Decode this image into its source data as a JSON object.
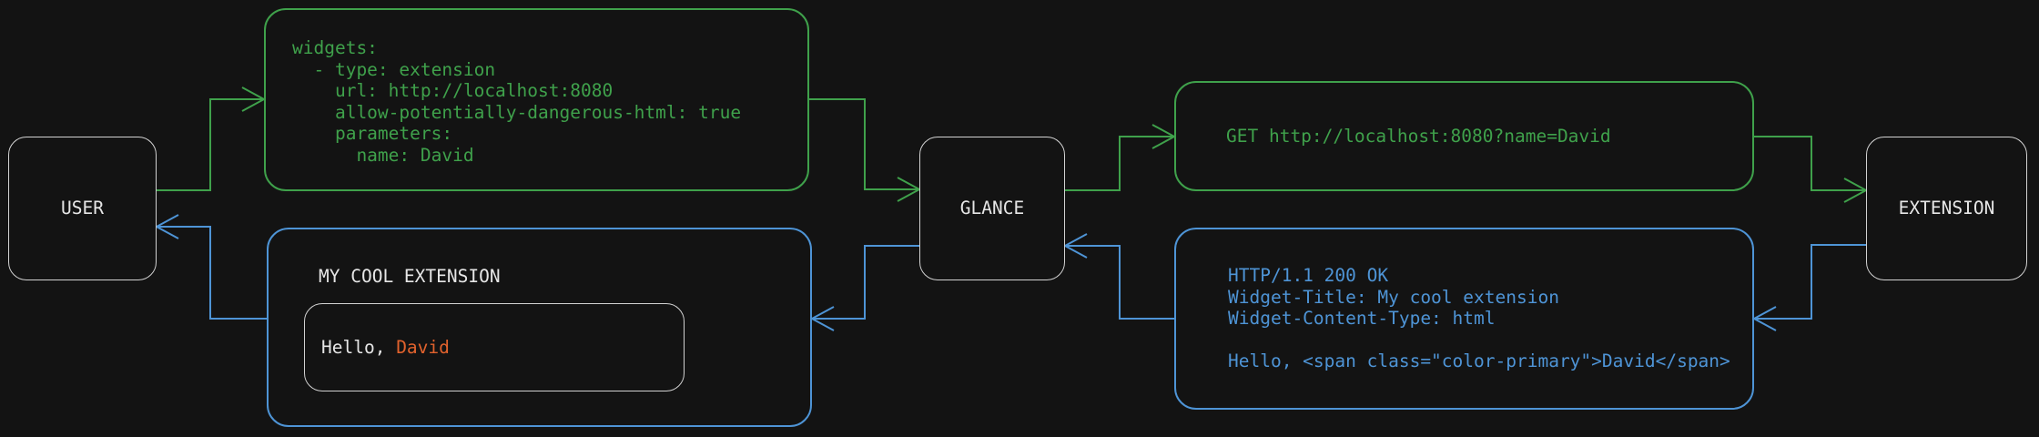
{
  "colors": {
    "background": "#131313",
    "request_green": "#3fa14b",
    "response_blue": "#4e94d6",
    "node_border": "#d2d2d2",
    "text_primary": "#e6e6e6",
    "accent_orange": "#e1622d"
  },
  "nodes": {
    "user": {
      "label": "USER"
    },
    "glance": {
      "label": "GLANCE"
    },
    "extension": {
      "label": "EXTENSION"
    }
  },
  "config_box": {
    "lines": [
      "widgets:",
      "  - type: extension",
      "    url: http://localhost:8080",
      "    allow-potentially-dangerous-html: true",
      "    parameters:",
      "      name: David"
    ]
  },
  "request_box": {
    "text": "GET http://localhost:8080?name=David"
  },
  "response_box": {
    "lines": [
      "HTTP/1.1 200 OK",
      "Widget-Title: My cool extension",
      "Widget-Content-Type: html",
      "",
      "Hello, <span class=\"color-primary\">David</span>"
    ]
  },
  "widget_box": {
    "title": "MY COOL EXTENSION",
    "greeting_prefix": "Hello, ",
    "greeting_name": "David"
  }
}
